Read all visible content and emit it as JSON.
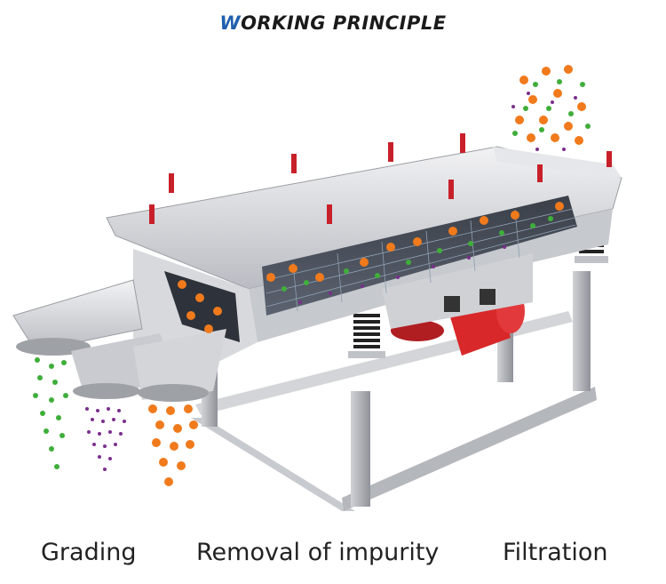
{
  "title": {
    "first_letter": "W",
    "rest": "ORKING PRINCIPLE"
  },
  "captions": [
    "Grading",
    "Removal of impurity",
    "Filtration"
  ],
  "colors": {
    "title_accent": "#1f5fae",
    "particle_orange": "#f07a1c",
    "particle_green": "#3fae3a",
    "particle_purple": "#7a2f8c",
    "motor_red": "#d8282a",
    "clamp_red": "#c8202a"
  },
  "icons": [
    "vibrating-sieve-machine-illustration"
  ]
}
